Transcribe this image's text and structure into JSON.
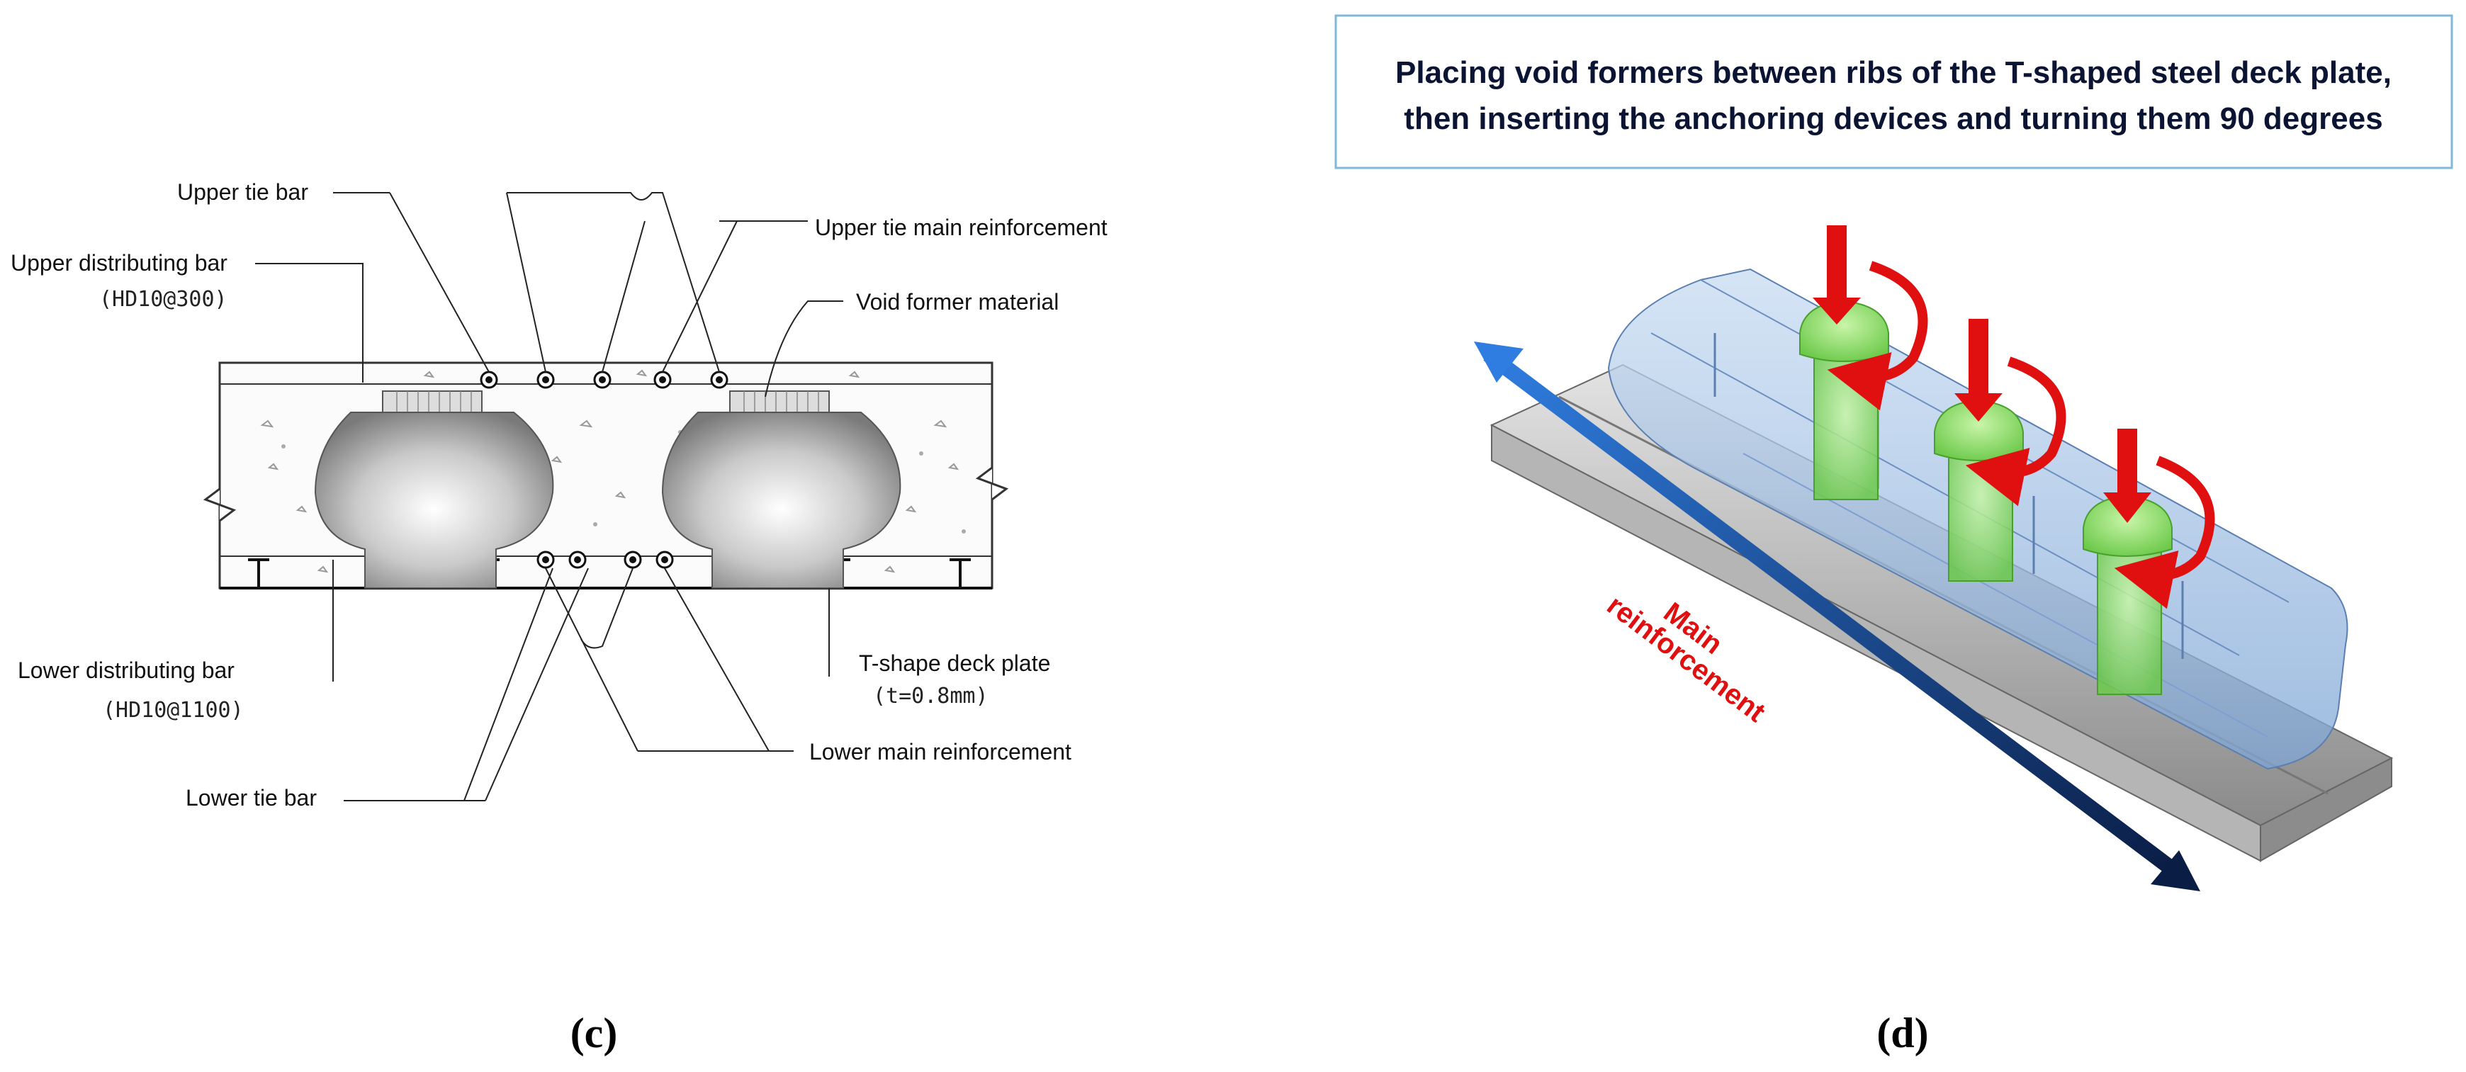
{
  "panel_c": {
    "caption": "(c)",
    "labels": {
      "upper_tie_bar": "Upper tie bar",
      "upper_tie_main_reinforcement": "Upper tie main reinforcement",
      "upper_distributing_bar": "Upper distributing bar",
      "upper_distributing_spec": "(HD10@300)",
      "void_former_material": "Void former material",
      "lower_distributing_bar": "Lower distributing bar",
      "lower_distributing_spec": "(HD10@1100)",
      "t_shape_deck_plate": "T-shape deck plate",
      "deck_thickness": "(t=0.8mm)",
      "lower_main_reinforcement": "Lower main reinforcement",
      "lower_tie_bar": "Lower tie bar"
    }
  },
  "panel_d": {
    "caption": "(d)",
    "title_line1": "Placing void formers between ribs of the T-shaped steel deck plate,",
    "title_line2": "then inserting the anchoring devices and turning them 90 degrees",
    "axis_label_line1": "Main",
    "axis_label_line2": "reinforcement"
  },
  "colors": {
    "title_text": "#0b1433",
    "title_border": "#7fb8d8",
    "arrow_red": "#e01010",
    "axis_arrow": "#1f4e8c",
    "device_green": "#8fe06a"
  }
}
